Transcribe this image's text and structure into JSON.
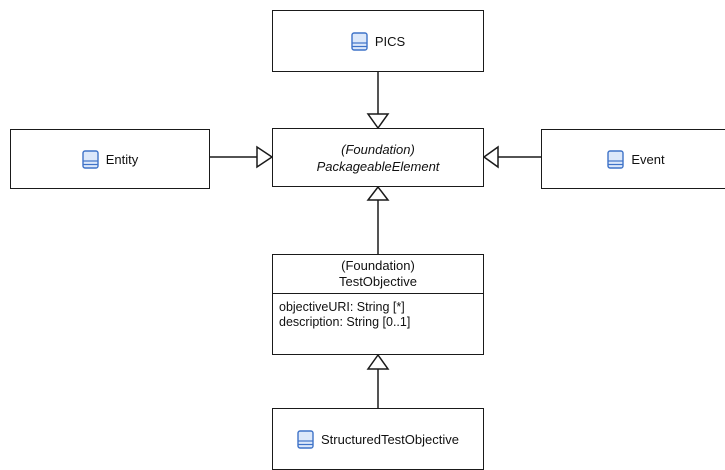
{
  "diagram": {
    "pics": {
      "name": "PICS",
      "icon": "class-icon"
    },
    "entity": {
      "name": "Entity",
      "icon": "class-icon"
    },
    "event": {
      "name": "Event",
      "icon": "class-icon"
    },
    "packageable_element": {
      "stereotype": "(Foundation)",
      "name": "PackageableElement"
    },
    "test_objective": {
      "stereotype": "(Foundation)",
      "name": "TestObjective",
      "attributes": [
        "objectiveURI: String [*]",
        "description: String [0..1]"
      ]
    },
    "structured_test_objective": {
      "name": "StructuredTestObjective",
      "icon": "class-icon"
    },
    "colors": {
      "line": "#1a1a1a",
      "icon": "#3f73c8",
      "icon_fill": "#dce8fa"
    }
  }
}
